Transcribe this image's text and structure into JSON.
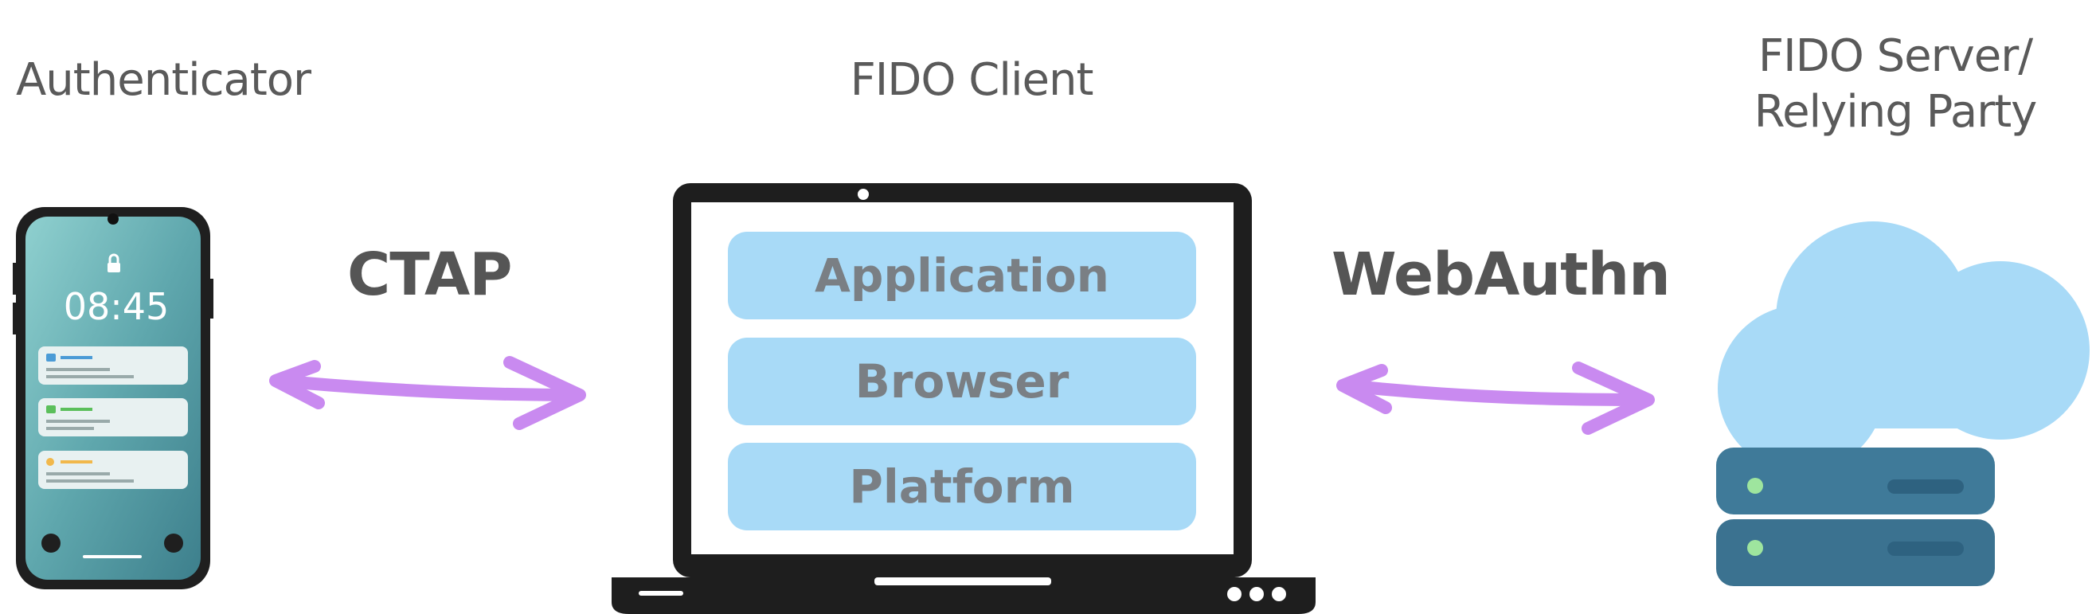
{
  "headings": {
    "authenticator": "Authenticator",
    "client": "FIDO Client",
    "server": "FIDO Server/\nRelying Party"
  },
  "protocols": {
    "left": "CTAP",
    "right": "WebAuthn"
  },
  "client_layers": [
    "Application",
    "Browser",
    "Platform"
  ],
  "phone": {
    "clock": "08:45"
  },
  "colors": {
    "heading_text": "#5a5a5a",
    "arrow": "#c98af0",
    "layer_fill": "#a8daf7",
    "layer_text": "#7a7f84",
    "cloud": "#a8daf7",
    "server": "#3f7a99",
    "laptop": "#1e1e1e"
  },
  "icons": [
    "smartphone-icon",
    "laptop-icon",
    "cloud-server-icon",
    "double-arrow-icon"
  ]
}
